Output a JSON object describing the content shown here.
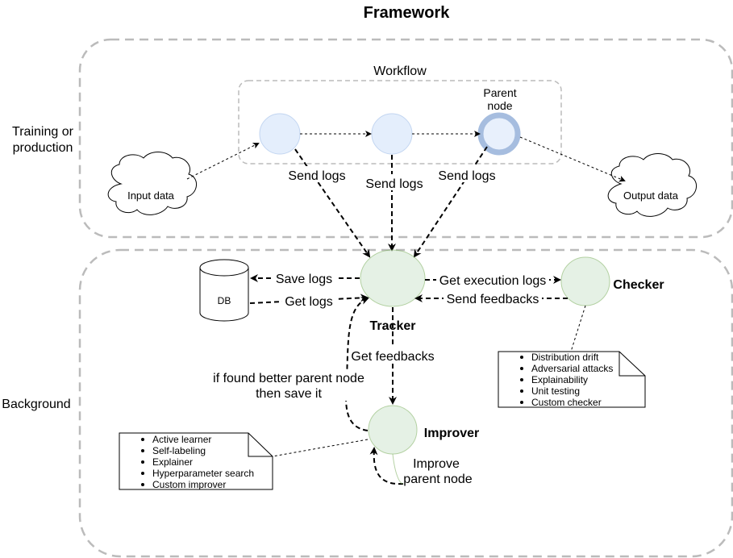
{
  "title": "Framework",
  "sections": {
    "training": "Training or production",
    "training_line1": "Training or",
    "training_line2": "production",
    "background": "Background",
    "workflow": "Workflow"
  },
  "nodes": {
    "parent_line1": "Parent",
    "parent_line2": "node",
    "input_data": "Input data",
    "output_data": "Output data",
    "db": "DB",
    "tracker": "Tracker",
    "checker": "Checker",
    "improver": "Improver"
  },
  "edges": {
    "send_logs_1": "Send logs",
    "send_logs_2": "Send logs",
    "send_logs_3": "Send logs",
    "save_logs": "Save logs",
    "get_logs": "Get logs",
    "get_execution_logs": "Get execution logs",
    "send_feedbacks": "Send feedbacks",
    "get_feedbacks": "Get feedbacks",
    "found_better_line1": "if found better parent node",
    "found_better_line2": "then save it",
    "improve_line1": "Improve",
    "improve_line2": "parent node"
  },
  "checker_note": {
    "items": [
      "Distribution drift",
      "Adversarial attacks",
      "Explainability",
      "Unit testing",
      "Custom checker"
    ]
  },
  "improver_note": {
    "items": [
      "Active learner",
      "Self-labeling",
      "Explainer",
      "Hyperparameter search",
      "Custom improver"
    ]
  },
  "colors": {
    "workflow_fill": "#dae8fc",
    "workflow_stroke": "#6c8ebf",
    "green_fill": "#d5e8d4",
    "green_stroke": "#82b366",
    "dashed_border": "#bbbbbb"
  }
}
